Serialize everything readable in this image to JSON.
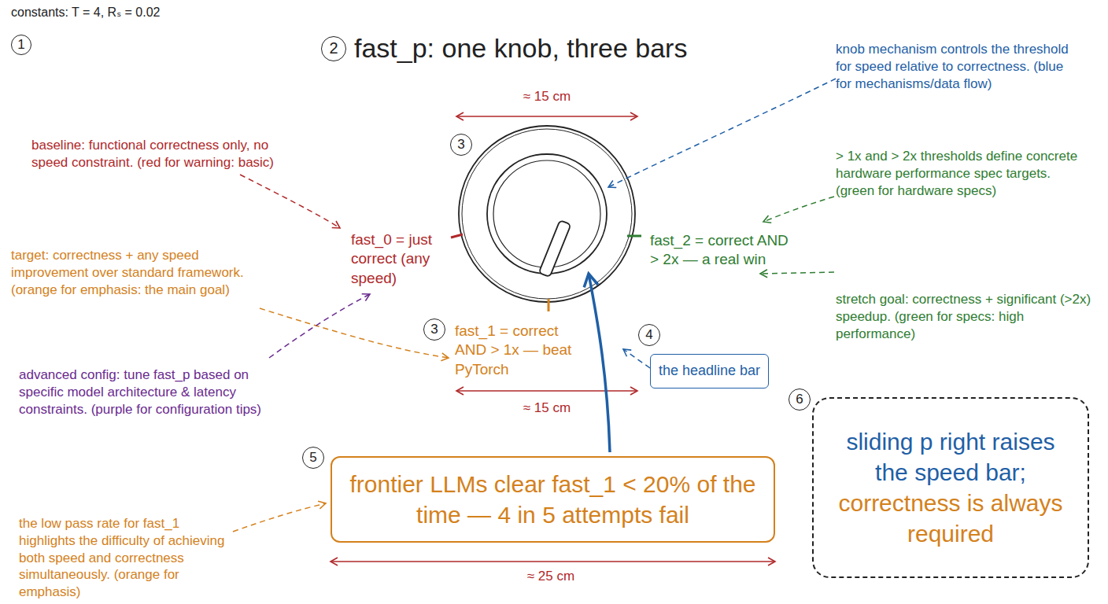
{
  "diagram": {
    "title": "fast_p: one knob, three bars",
    "nodes": [
      {
        "text": [
          "the headline bar"
        ]
      },
      {
        "text": [
          "frontier LLMs clear fast_1 < 20% of the time — 4 in 5 attempts fail"
        ]
      },
      {
        "text": [
          "sliding p right raises the speed bar;",
          "correctness is always required"
        ]
      }
    ],
    "labels": [
      "constants: T = 4, Rₛ = 0.02",
      "1",
      "2",
      "3",
      "3",
      "4",
      "5",
      "6",
      "≈ 15 cm",
      "≈ 15 cm",
      "≈ 25 cm",
      "fast_0 = just correct (any speed)",
      "fast_1 = correct AND > 1x — beat PyTorch",
      "fast_2 = correct AND > 2x — a real win",
      "baseline: functional correctness only, no speed constraint. (red for warning: basic)",
      "target: correctness + any speed improvement over standard framework. (orange for emphasis: the main goal)",
      "advanced config: tune fast_p based on specific model architecture & latency constraints. (purple for configuration tips)",
      "the low pass rate for fast_1 highlights the difficulty of achieving both speed and correctness simultaneously. (orange for emphasis)",
      "knob mechanism controls the threshold for speed relative to correctness. (blue for mechanisms/data flow)",
      "> 1x and > 2x thresholds define concrete hardware performance spec targets. (green for hardware specs)",
      "stretch goal: correctness + significant (>2x) speedup. (green for specs: high performance)"
    ]
  }
}
